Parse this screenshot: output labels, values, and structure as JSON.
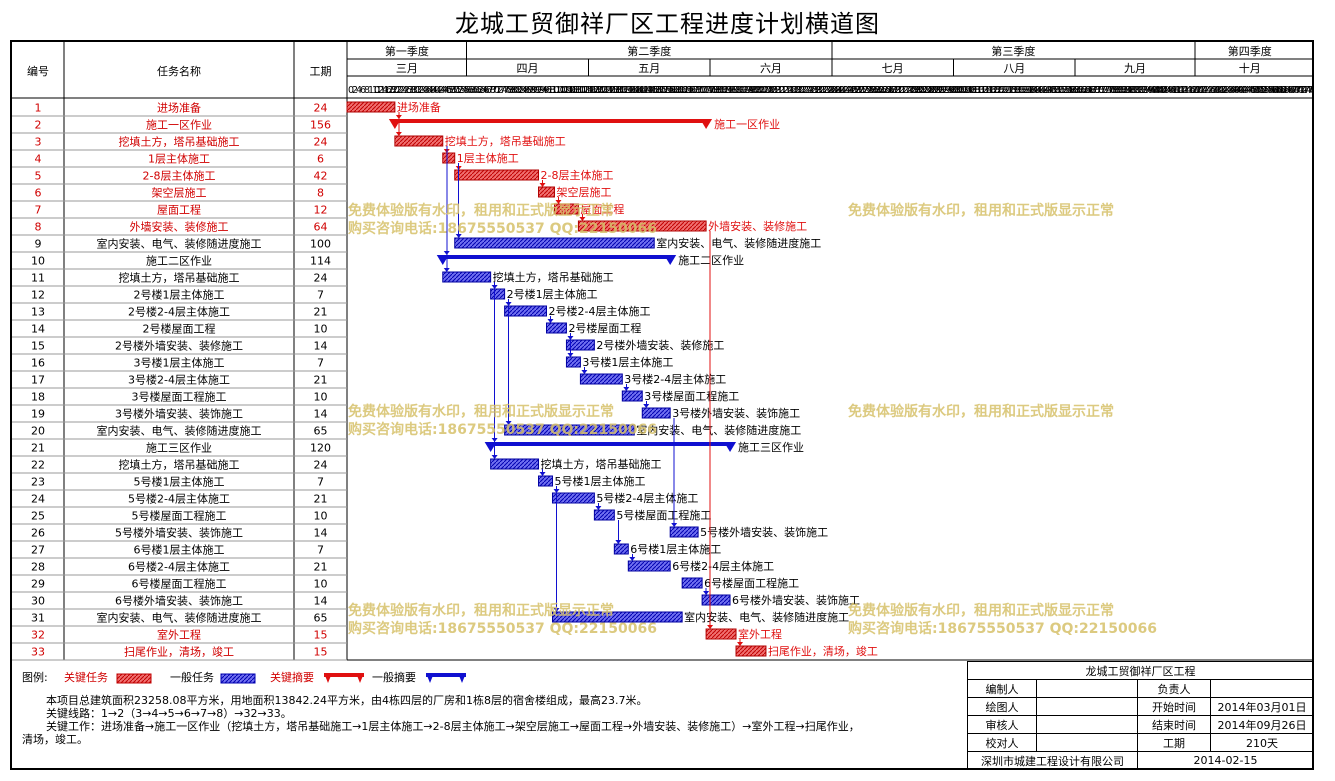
{
  "title": "龙城工贸御祥厂区工程进度计划横道图",
  "header": {
    "col_id": "编号",
    "col_name": "任务名称",
    "col_dur": "工期",
    "quarters": [
      {
        "label": "第一季度",
        "start": 0,
        "end": 60
      },
      {
        "label": "第二季度",
        "start": 60,
        "end": 243
      },
      {
        "label": "第三季度",
        "start": 243,
        "end": 425
      },
      {
        "label": "第四季度",
        "start": 425,
        "end": 480
      }
    ],
    "months": [
      {
        "label": "三月",
        "start": 0,
        "end": 60
      },
      {
        "label": "四月",
        "start": 60,
        "end": 121
      },
      {
        "label": "五月",
        "start": 121,
        "end": 182
      },
      {
        "label": "六月",
        "start": 182,
        "end": 243
      },
      {
        "label": "七月",
        "start": 243,
        "end": 304
      },
      {
        "label": "八月",
        "start": 304,
        "end": 365
      },
      {
        "label": "九月",
        "start": 365,
        "end": 425
      },
      {
        "label": "十月",
        "start": 425,
        "end": 480
      }
    ],
    "tick_step": 2,
    "tick_max": 480
  },
  "tasks": [
    {
      "id": "1",
      "name": "进场准备",
      "dur": "24",
      "start": 0,
      "crit": true,
      "summary": false
    },
    {
      "id": "2",
      "name": "施工一区作业",
      "dur": "156",
      "start": 24,
      "crit": true,
      "summary": true
    },
    {
      "id": "3",
      "name": "挖填土方，塔吊基础施工",
      "dur": "24",
      "start": 24,
      "crit": true,
      "summary": false
    },
    {
      "id": "4",
      "name": "1层主体施工",
      "dur": "6",
      "start": 48,
      "crit": true,
      "summary": false
    },
    {
      "id": "5",
      "name": "2-8层主体施工",
      "dur": "42",
      "start": 54,
      "crit": true,
      "summary": false
    },
    {
      "id": "6",
      "name": "架空层施工",
      "dur": "8",
      "start": 96,
      "crit": true,
      "summary": false
    },
    {
      "id": "7",
      "name": "屋面工程",
      "dur": "12",
      "start": 104,
      "crit": true,
      "summary": false
    },
    {
      "id": "8",
      "name": "外墙安装、装修施工",
      "dur": "64",
      "start": 116,
      "crit": true,
      "summary": false
    },
    {
      "id": "9",
      "name": "室内安装、电气、装修随进度施工",
      "dur": "100",
      "start": 54,
      "crit": false,
      "summary": false
    },
    {
      "id": "10",
      "name": "施工二区作业",
      "dur": "114",
      "start": 48,
      "crit": false,
      "summary": true
    },
    {
      "id": "11",
      "name": "挖填土方，塔吊基础施工",
      "dur": "24",
      "start": 48,
      "crit": false,
      "summary": false
    },
    {
      "id": "12",
      "name": "2号楼1层主体施工",
      "dur": "7",
      "start": 72,
      "crit": false,
      "summary": false
    },
    {
      "id": "13",
      "name": "2号楼2-4层主体施工",
      "dur": "21",
      "start": 79,
      "crit": false,
      "summary": false
    },
    {
      "id": "14",
      "name": "2号楼屋面工程",
      "dur": "10",
      "start": 100,
      "crit": false,
      "summary": false
    },
    {
      "id": "15",
      "name": "2号楼外墙安装、装修施工",
      "dur": "14",
      "start": 110,
      "crit": false,
      "summary": false
    },
    {
      "id": "16",
      "name": "3号楼1层主体施工",
      "dur": "7",
      "start": 110,
      "crit": false,
      "summary": false
    },
    {
      "id": "17",
      "name": "3号楼2-4层主体施工",
      "dur": "21",
      "start": 117,
      "crit": false,
      "summary": false
    },
    {
      "id": "18",
      "name": "3号楼屋面工程施工",
      "dur": "10",
      "start": 138,
      "crit": false,
      "summary": false
    },
    {
      "id": "19",
      "name": "3号楼外墙安装、装饰施工",
      "dur": "14",
      "start": 148,
      "crit": false,
      "summary": false
    },
    {
      "id": "20",
      "name": "室内安装、电气、装修随进度施工",
      "dur": "65",
      "start": 79,
      "crit": false,
      "summary": false
    },
    {
      "id": "21",
      "name": "施工三区作业",
      "dur": "120",
      "start": 72,
      "crit": false,
      "summary": true
    },
    {
      "id": "22",
      "name": "挖填土方，塔吊基础施工",
      "dur": "24",
      "start": 72,
      "crit": false,
      "summary": false
    },
    {
      "id": "23",
      "name": "5号楼1层主体施工",
      "dur": "7",
      "start": 96,
      "crit": false,
      "summary": false
    },
    {
      "id": "24",
      "name": "5号楼2-4层主体施工",
      "dur": "21",
      "start": 103,
      "crit": false,
      "summary": false
    },
    {
      "id": "25",
      "name": "5号楼屋面工程施工",
      "dur": "10",
      "start": 124,
      "crit": false,
      "summary": false
    },
    {
      "id": "26",
      "name": "5号楼外墙安装、装饰施工",
      "dur": "14",
      "start": 162,
      "crit": false,
      "summary": false
    },
    {
      "id": "27",
      "name": "6号楼1层主体施工",
      "dur": "7",
      "start": 134,
      "crit": false,
      "summary": false
    },
    {
      "id": "28",
      "name": "6号楼2-4层主体施工",
      "dur": "21",
      "start": 141,
      "crit": false,
      "summary": false
    },
    {
      "id": "29",
      "name": "6号楼屋面工程施工",
      "dur": "10",
      "start": 168,
      "crit": false,
      "summary": false
    },
    {
      "id": "30",
      "name": "6号楼外墙安装、装饰施工",
      "dur": "14",
      "start": 178,
      "crit": false,
      "summary": false
    },
    {
      "id": "31",
      "name": "室内安装、电气、装修随进度施工",
      "dur": "65",
      "start": 103,
      "crit": false,
      "summary": false
    },
    {
      "id": "32",
      "name": "室外工程",
      "dur": "15",
      "start": 180,
      "crit": true,
      "summary": false
    },
    {
      "id": "33",
      "name": "扫尾作业，清场，竣工",
      "dur": "15",
      "start": 195,
      "crit": true,
      "summary": false
    }
  ],
  "colors": {
    "critical": "#e01010",
    "normal": "#1010d0",
    "crit_fill": "#f06060",
    "norm_fill": "#6060f0",
    "id_text": "#d00000"
  },
  "legend": {
    "label": "图例:",
    "critical_task": "关键任务",
    "normal_task": "一般任务",
    "critical_summary": "关键摘要",
    "normal_summary": "一般摘要"
  },
  "notes": {
    "line1": "本项目总建筑面积23258.08平方米，用地面积13842.24平方米，由4栋四层的厂房和1栋8层的宿舍楼组成，最高23.7米。",
    "line2": "关键线路：1→2（3→4→5→6→7→8）→32→33。",
    "line3": "关键工作：进场准备→施工一区作业（挖填土方，塔吊基础施工→1层主体施工→2-8层主体施工→架空层施工→屋面工程→外墙安装、装修施工）→室外工程→扫尾作业，",
    "line4": "清场，竣工。"
  },
  "info": {
    "project": "龙城工贸御祥厂区工程",
    "editor": "编制人",
    "owner": "负责人",
    "drawer": "绘图人",
    "start_label": "开始时间",
    "start_value": "2014年03月01日",
    "reviewer": "审核人",
    "end_label": "结束时间",
    "end_value": "2014年09月26日",
    "checker": "校对人",
    "dur_label": "工期",
    "dur_value": "210天",
    "company": "深圳市城建工程设计有限公司",
    "date": "2014-02-15"
  },
  "watermark": {
    "line1": "免费体验版有水印，租用和正式版显示正常",
    "line2": "购买咨询电话:18675550537 QQ:22150066"
  }
}
